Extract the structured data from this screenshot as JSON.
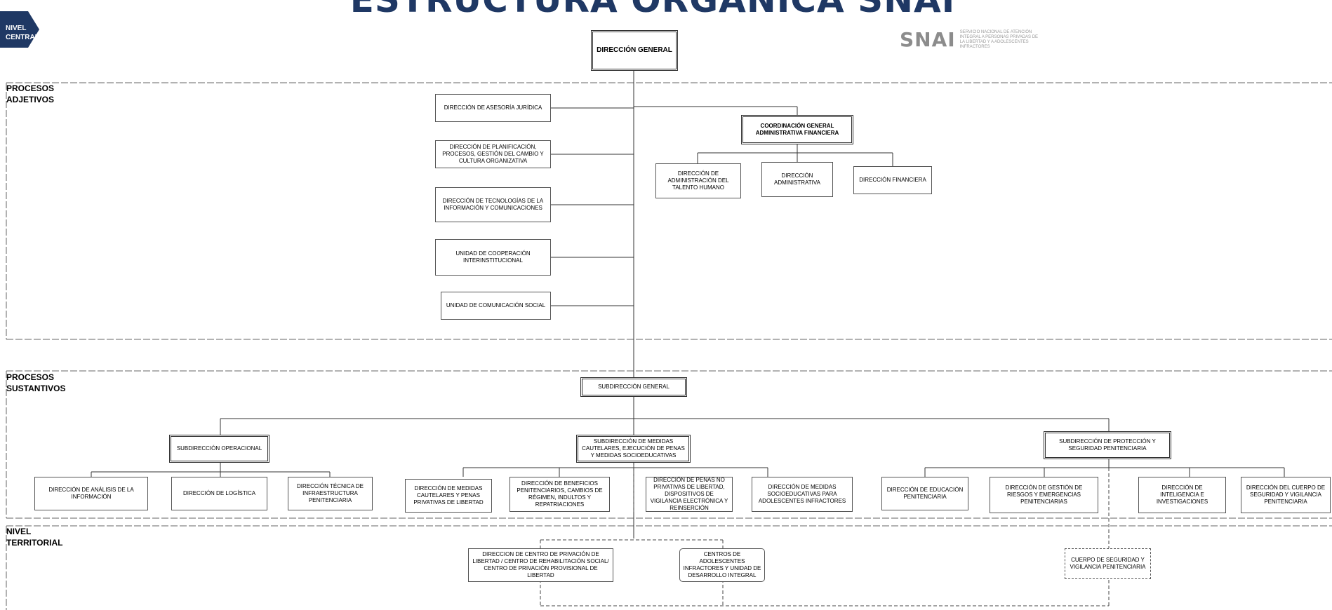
{
  "title": "ESTRUCTURA ORGÁNICA  SNAI",
  "level_tag": "NIVEL\nCENTRAL",
  "logo": {
    "mark": "SNAI",
    "subtitle": "SERVICIO NACIONAL DE ATENCIÓN INTEGRAL A PERSONAS PRIVADAS DE LA LIBERTAD Y A ADOLESCENTES INFRACTORES"
  },
  "sections": {
    "adjetivos": "PROCESOS\nADJETIVOS",
    "sustantivos": "PROCESOS\nSUSTANTIVOS",
    "territorial": "NIVEL\nTERRITORIAL"
  },
  "top": {
    "direccion_general": "DIRECCIÓN GENERAL"
  },
  "adjetivos": {
    "left_units": [
      "DIRECCIÓN DE ASESORÍA JURÍDICA",
      "DIRECCIÓN DE PLANIFICACIÓN, PROCESOS, GESTIÓN DEL CAMBIO Y CULTURA ORGANIZATIVA",
      "DIRECCIÓN DE TECNOLOGÍAS DE LA INFORMACIÓN Y COMUNICACIONES",
      "UNIDAD DE COOPERACIÓN INTERINSTITUCIONAL",
      "UNIDAD DE COMUNICACIÓN SOCIAL"
    ],
    "coordinacion": "COORDINACIÓN GENERAL ADMINISTRATIVA FINANCIERA",
    "coordinacion_children": [
      "DIRECCIÓN DE ADMINISTRACIÓN DEL TALENTO HUMANO",
      "DIRECCIÓN ADMINISTRATIVA",
      "DIRECCIÓN FINANCIERA"
    ]
  },
  "sustantivos": {
    "subdireccion_general": "SUBDIRECCIÓN GENERAL",
    "subdirecciones": [
      "SUBDIRECCIÓN OPERACIONAL",
      "SUBDIRECCIÓN DE MEDIDAS CAUTELARES, EJECUCIÓN DE PENAS Y MEDIDAS SOCIOEDUCATIVAS",
      "SUBDIRECCIÓN DE PROTECCIÓN Y SEGURIDAD PENITENCIARIA"
    ],
    "operacional_children": [
      "DIRECCIÓN DE ANÁLISIS DE LA INFORMACIÓN",
      "DIRECCIÓN DE LOGÍSTICA",
      "DIRECCIÓN TÉCNICA DE INFRAESTRUCTURA PENITENCIARIA"
    ],
    "medidas_children": [
      "DIRECCIÓN DE MEDIDAS CAUTELARES Y PENAS PRIVATIVAS DE LIBERTAD",
      "DIRECCIÓN DE BENEFICIOS PENITENCIARIOS, CAMBIOS DE RÉGIMEN, INDULTOS Y REPATRIACIONES",
      "DIRECCIÓN DE PENAS NO PRIVATIVAS DE LIBERTAD, DISPOSITIVOS DE VIGILANCIA ELECTRÓNICA Y REINSERCIÓN",
      "DIRECCIÓN DE MEDIDAS SOCIOEDUCATIVAS PARA ADOLESCENTES INFRACTORES"
    ],
    "proteccion_children": [
      "DIRECCIÓN DE EDUCACIÓN PENITENCIARIA",
      "DIRECCIÓN DE GESTIÓN DE RIESGOS Y EMERGENCIAS PENITENCIARIAS",
      "DIRECCIÓN DE INTELIGENCIA E INVESTIGACIONES",
      "DIRECCIÓN DEL CUERPO DE SEGURIDAD Y VIGILANCIA PENITENCIARIA"
    ]
  },
  "territorial": {
    "units": [
      "DIRECCION DE CENTRO DE PRIVACIÓN DE LIBERTAD / CENTRO DE REHABILITACIÓN SOCIAL/ CENTRO DE PRIVACIÓN PROVISIONAL DE LIBERTAD",
      "CENTROS DE ADOLESCENTES INFRACTORES Y UNIDAD DE DESARROLLO INTEGRAL",
      "CUERPO DE SEGURIDAD Y VIGILANCIA PENITENCIARIA"
    ]
  },
  "colors": {
    "title": "#1f3864",
    "tag": "#1f3864",
    "line": "#333333",
    "dash": "#666666",
    "logo": "#8c8c8c"
  }
}
